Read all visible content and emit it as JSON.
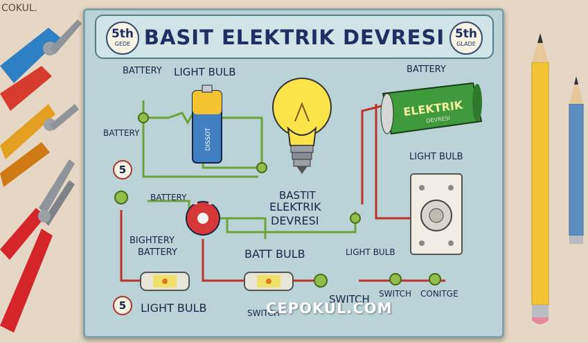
{
  "watermark": "COKUL.",
  "title": "BASIT ELEKTRIK DEVRESI",
  "badges": {
    "left_number": "5th",
    "left_sub": "GEDE",
    "right_number": "5th",
    "right_sub": "GLADE"
  },
  "labels": {
    "battery_top": "BATTERY",
    "light_bulb_top": "LIGHT BULB",
    "battery_right_top": "BATTERY",
    "battery_left": "BATTERY",
    "battery_mid": "BATTERY",
    "bightery": "BIGHTERY",
    "battery_lower": "BATTERY",
    "batt_bulb": "BATT BULB",
    "light_bulb_mid": "LIGHT BULB",
    "light_bulb_right": "LIGHT BULB",
    "light_bulb_bottom": "LIGHT BULB",
    "switch_bottom": "SWITCH",
    "switch_mid": "SWITCH",
    "switch_right": "SWITCH",
    "conitge": "CONITGE",
    "bastit_line1": "BASTIT",
    "bastit_line2": "ELEKTRIK",
    "bastit_line3": "DEVRESI",
    "battery_body_text": "ELEKTRIK",
    "battery_body_sub": "DEVRESI",
    "small_battery_text": "DISSOT"
  },
  "numbers": {
    "circle_top": "5",
    "circle_bottom": "5"
  },
  "brand": "CEPOKUL.COM",
  "colors": {
    "board": "#b9d3d6",
    "title": "#1f2f63",
    "wire_red": "#c0302a",
    "wire_green": "#6aa33a",
    "bulb_yellow": "#fbe34a",
    "battery_green": "#3f9a3c",
    "background": "#e6d7c4"
  }
}
